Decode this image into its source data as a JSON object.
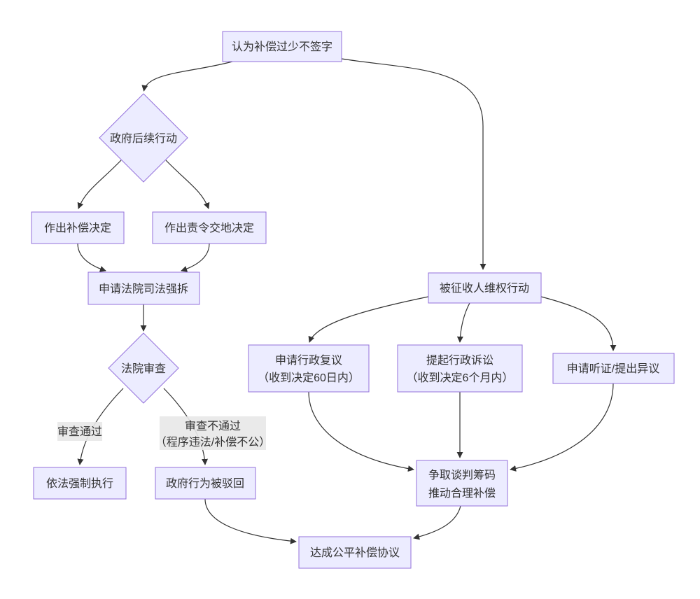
{
  "diagram": {
    "title": "land-expropriation-compensation-dispute-flowchart",
    "colors": {
      "background": "#ffffff",
      "node_fill": "#ECECFF",
      "node_border": "#9370DB",
      "edge_color": "#333333",
      "edge_label_bg": "#e8e8e8",
      "text": "#333333"
    },
    "nodes": {
      "refuse_sign": {
        "label": "认为补偿过少不签字"
      },
      "gov_next_action": {
        "label": "政府后续行动"
      },
      "compensation_decision": {
        "label": "作出补偿决定"
      },
      "order_land_decision": {
        "label": "作出责令交地决定"
      },
      "court_demolition": {
        "label": "申请法院司法强拆"
      },
      "court_review": {
        "label": "法院审查"
      },
      "enforce": {
        "label": "依法强制执行"
      },
      "gov_rejected": {
        "label": "政府行为被驳回"
      },
      "rights_action": {
        "label": "被征收人维权行动"
      },
      "admin_reconsideration": {
        "lines": [
          "申请行政复议",
          "（收到决定60日内）"
        ]
      },
      "admin_litigation": {
        "lines": [
          "提起行政诉讼",
          "（收到决定6个月内）"
        ]
      },
      "hearing_objection": {
        "label": "申请听证/提出异议"
      },
      "bargaining": {
        "lines": [
          "争取谈判筹码",
          "推动合理补偿"
        ]
      },
      "fair_agreement": {
        "label": "达成公平补偿协议"
      }
    },
    "edge_labels": {
      "review_pass": {
        "label": "审查通过"
      },
      "review_fail": {
        "lines": [
          "审查不通过",
          "（程序违法/补偿不公）"
        ]
      }
    }
  }
}
